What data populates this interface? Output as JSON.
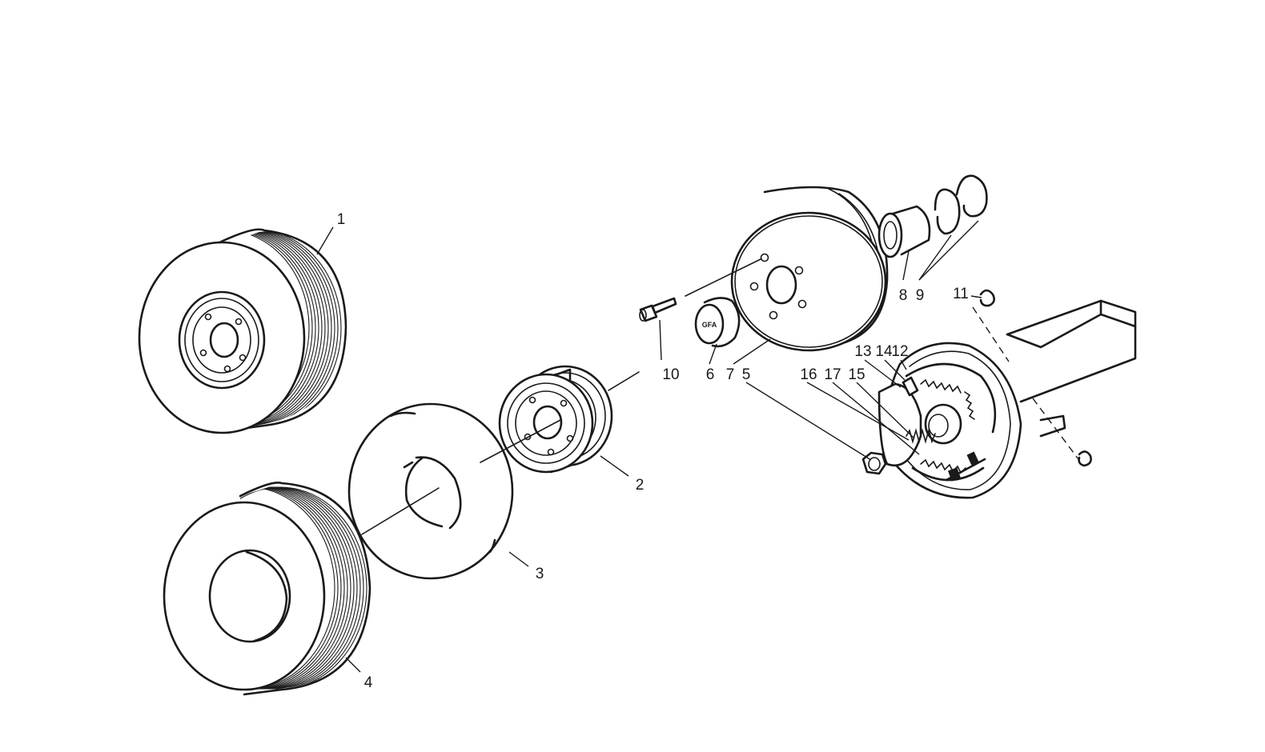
{
  "diagram": {
    "callouts": {
      "c1": "1",
      "c2": "2",
      "c3": "3",
      "c4": "4",
      "c5": "5",
      "c6": "6",
      "c7": "7",
      "c8": "8",
      "c9": "9",
      "c10": "10",
      "c11": "11",
      "c12": "12",
      "c13": "13",
      "c14": "14",
      "c15": "15",
      "c16": "16",
      "c17": "17"
    },
    "cap_stamp": "GFA"
  }
}
